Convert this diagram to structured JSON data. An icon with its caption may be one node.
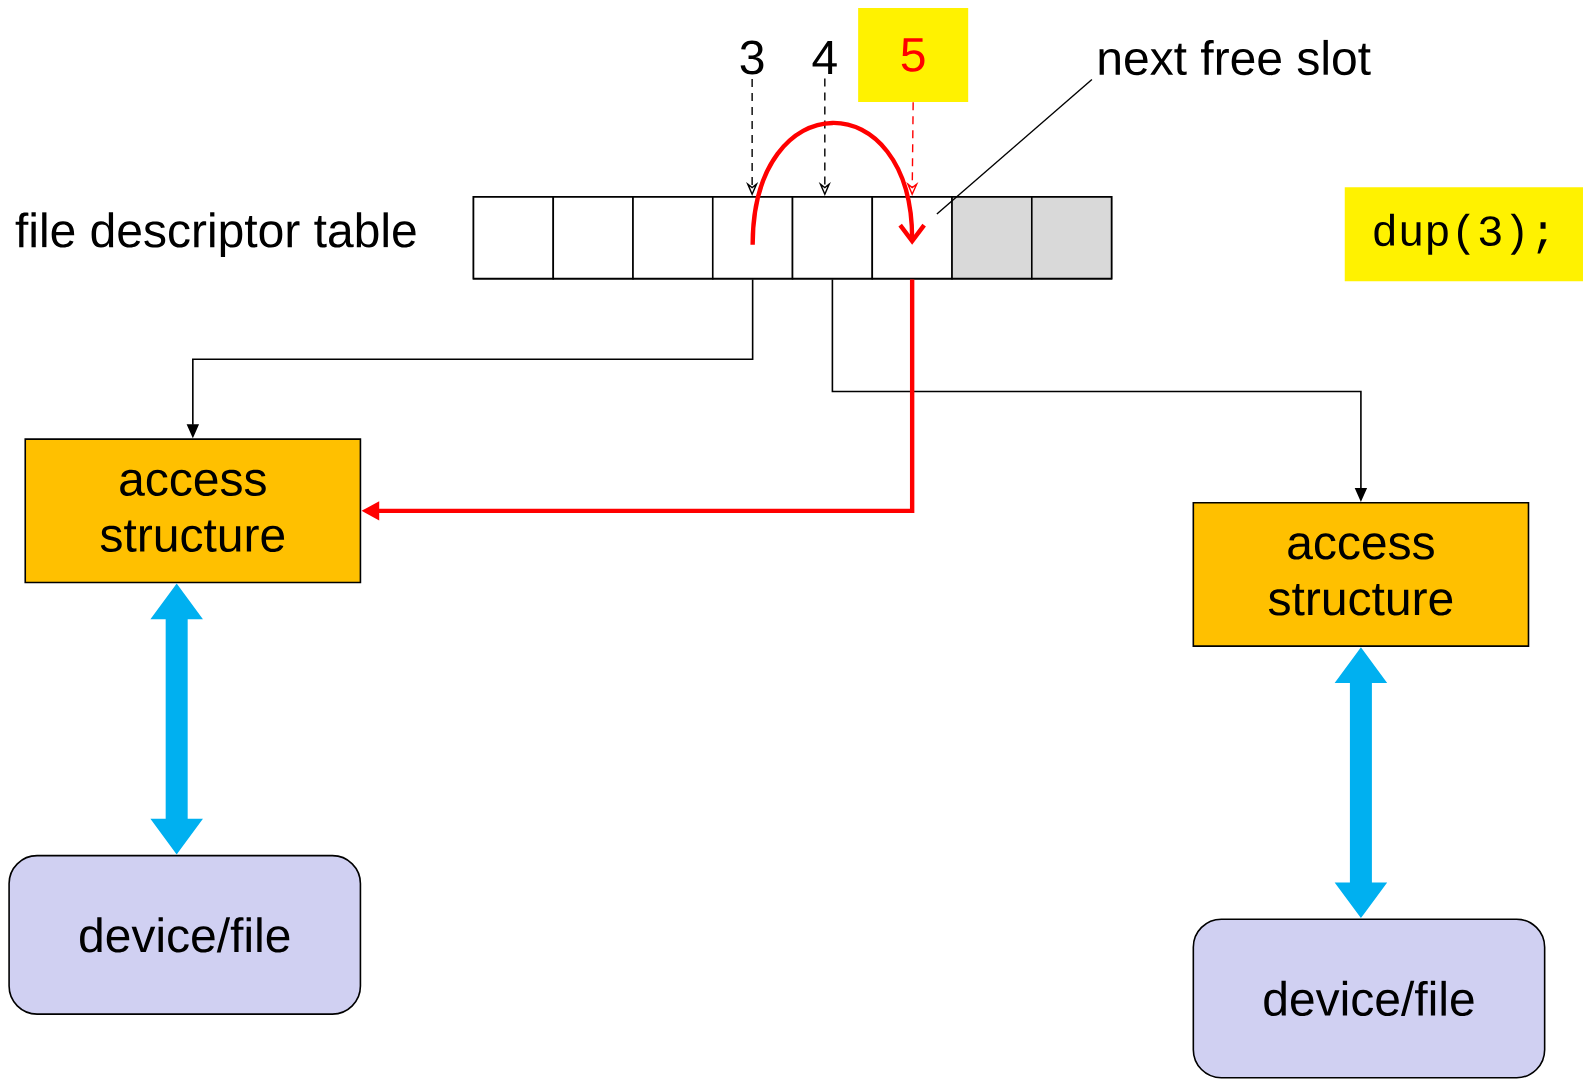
{
  "diagram": {
    "nodes": [
      {
        "text": [],
        "shape": "box",
        "beside": [
          "file descriptor table"
        ]
      },
      {
        "text": [],
        "shape": "box",
        "in": 0
      },
      {
        "text": [],
        "shape": "box",
        "in": 0
      },
      {
        "text": [],
        "shape": "box",
        "in": 0
      },
      {
        "text": [],
        "shape": "box",
        "in": 0
      },
      {
        "text": [],
        "shape": "box",
        "in": 0
      },
      {
        "text": [],
        "shape": "box",
        "in": 0
      },
      {
        "text": [],
        "shape": "box",
        "in": 0
      },
      {
        "text": [],
        "shape": "box",
        "in": 0
      },
      {
        "text": [
          "3"
        ]
      },
      {
        "text": [
          "4"
        ]
      },
      {
        "text": [
          "5"
        ]
      },
      {
        "text": [
          "next free slot"
        ]
      },
      {
        "text": [
          "access structure"
        ]
      },
      {
        "text": [
          "device/file"
        ]
      },
      {
        "text": [
          "access structure"
        ]
      },
      {
        "text": [
          "device/file"
        ]
      },
      {
        "text": [
          "dup(3);"
        ]
      }
    ],
    "edges": [
      {
        "from": 9,
        "to": 4,
        "arrow": "to",
        "style": "dashed"
      },
      {
        "from": 10,
        "to": 5,
        "arrow": "to",
        "style": "dashed"
      },
      {
        "from": 11,
        "to": 6,
        "arrow": "to",
        "style": "dashed",
        "color": "#ff0000"
      },
      {
        "from": 12,
        "to": 6,
        "arrow": "none"
      },
      {
        "from": 4,
        "to": 13,
        "arrow": "to"
      },
      {
        "from": 5,
        "to": 15,
        "arrow": "to"
      },
      {
        "from": 4,
        "to": 6,
        "arrow": "to",
        "style": "thick",
        "color": "#ff0000"
      },
      {
        "from": 6,
        "to": 13,
        "arrow": "to",
        "style": "thick",
        "color": "#ff0000"
      },
      {
        "from": 13,
        "to": 14,
        "arrow": "both",
        "style": "thick",
        "color": "#00b0f0"
      },
      {
        "from": 15,
        "to": 16,
        "arrow": "both",
        "style": "thick",
        "color": "#00b0f0"
      }
    ]
  }
}
